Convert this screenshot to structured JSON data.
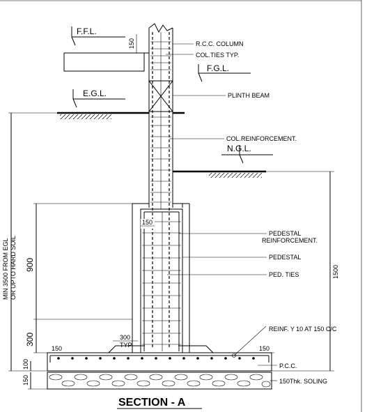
{
  "levels": {
    "ffl": "F.F.L.",
    "fgl": "F.G.L.",
    "egl": "E.G.L.",
    "ngl": "N.G.L."
  },
  "labels": {
    "rcc_column": "R.C.C. COLUMN",
    "col_ties": "COL.TIES TYP.",
    "plinth_beam": "PLINTH BEAM",
    "col_reinforcement": "COL.REINFORCEMENT.",
    "pedestal_reinf_line1": "PEDESTAL",
    "pedestal_reinf_line2": "REINFORCEMENT.",
    "pedestal": "PEDESTAL",
    "ped_ties": "PED. TIES",
    "reinf": "REINF. Y 10 AT 150 C/C",
    "pcc": "P.C.C.",
    "soling": "150Thk. SOLING"
  },
  "dimensions": {
    "d150_top": "150",
    "d150_ped": "150",
    "d900": "900",
    "d300": "300",
    "d1500": "1500",
    "d300_typ": "300",
    "typ": "TYP",
    "d150_left": "150",
    "d150_right": "150",
    "d100": "100",
    "d150_soling": "150",
    "min_depth_line1": "MIN 3500 FROM EGL",
    "min_depth_line2": "OR UPTO HARD SOIL"
  },
  "title": "SECTION - A"
}
